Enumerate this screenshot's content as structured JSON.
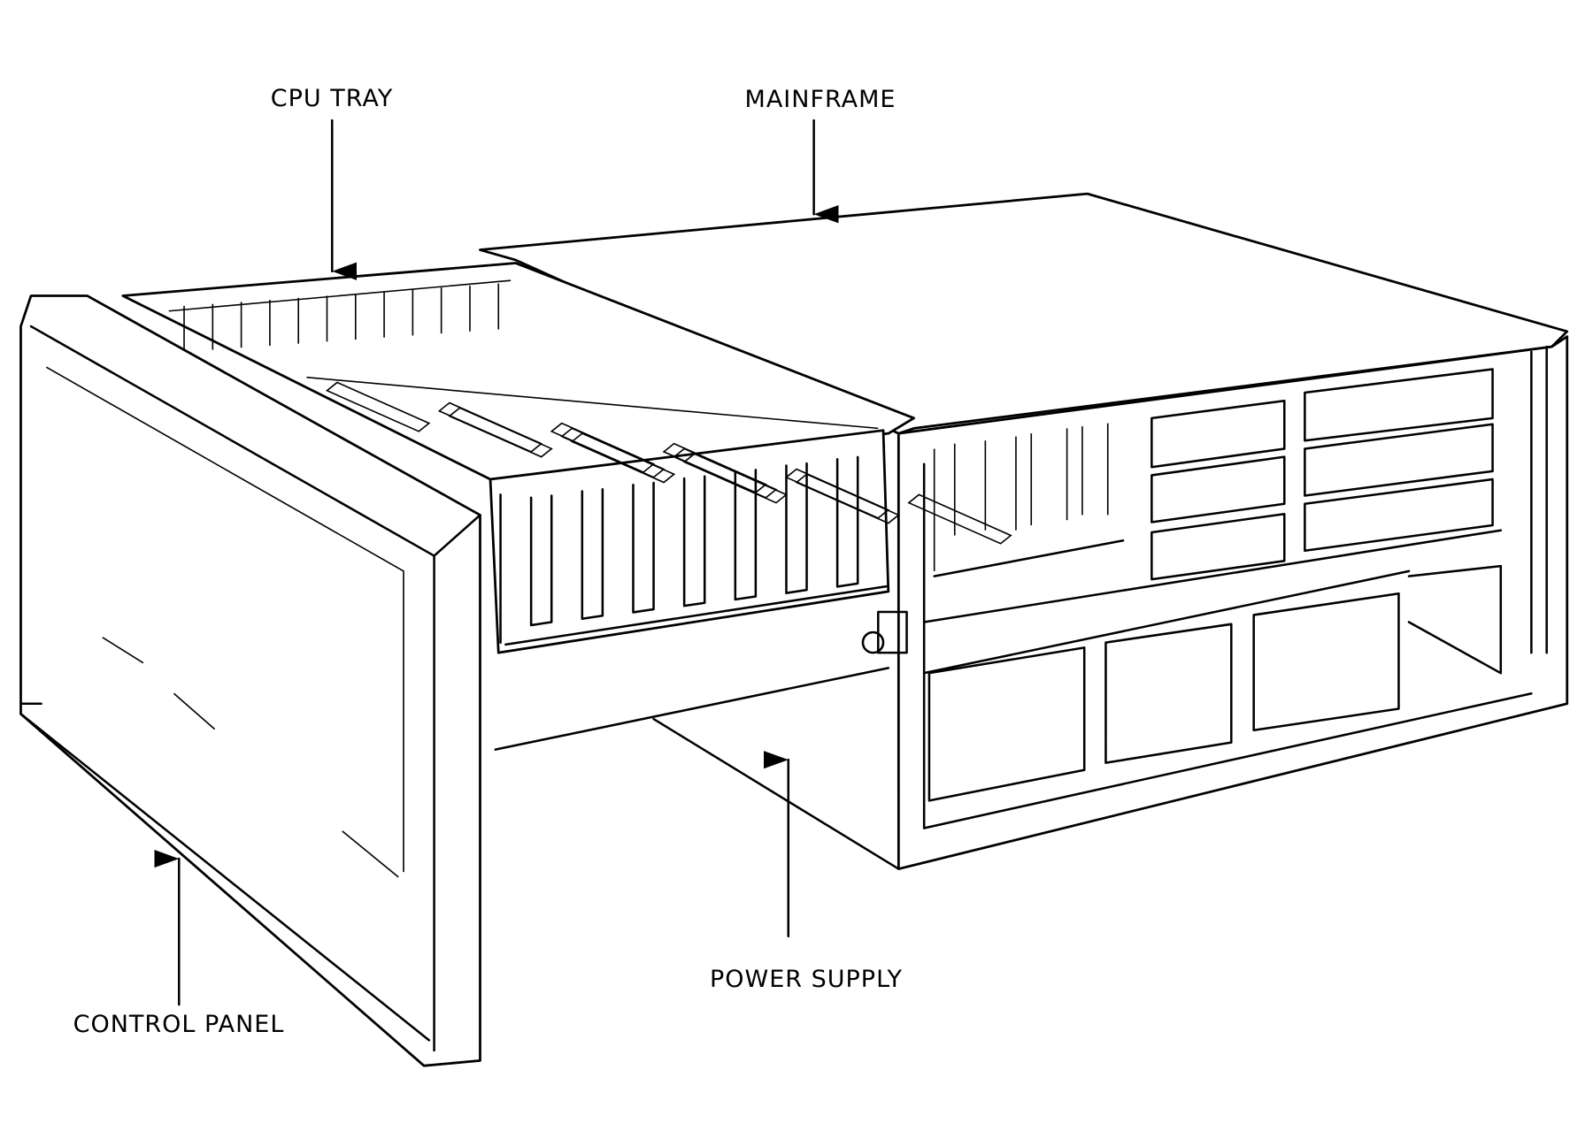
{
  "labels": {
    "cpu_tray": "CPU TRAY",
    "mainframe": "MAINFRAME",
    "control_panel": "CONTROL PANEL",
    "power_supply": "POWER SUPPLY"
  }
}
